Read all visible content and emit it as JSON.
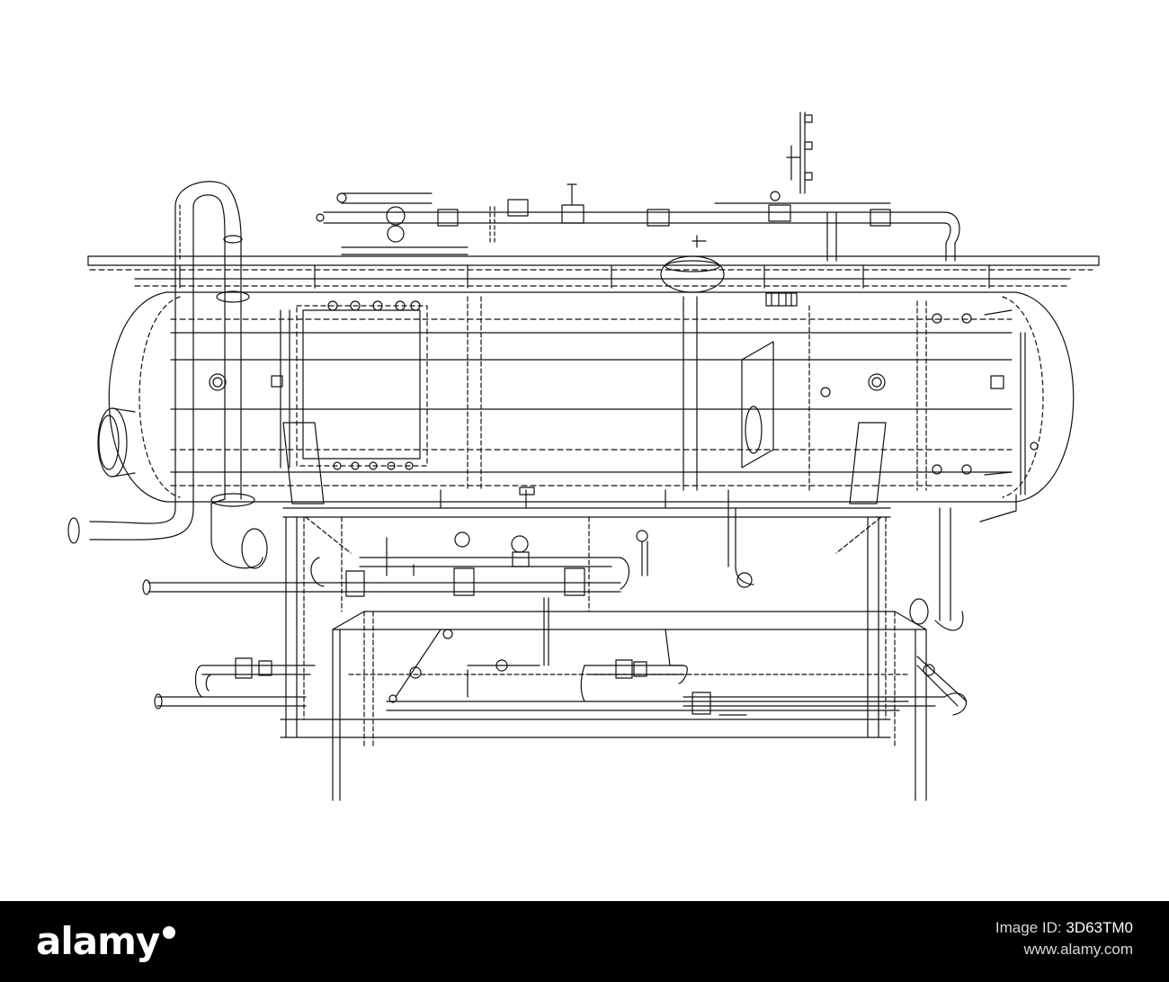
{
  "footer": {
    "brand": "alamy",
    "image_id_label": "Image ID:",
    "image_id": "3D63TM0",
    "site": "www.alamy.com"
  },
  "colors": {
    "background": "#ffffff",
    "line": "#111111",
    "footer_bg": "#000000",
    "footer_text": "#ffffff"
  }
}
